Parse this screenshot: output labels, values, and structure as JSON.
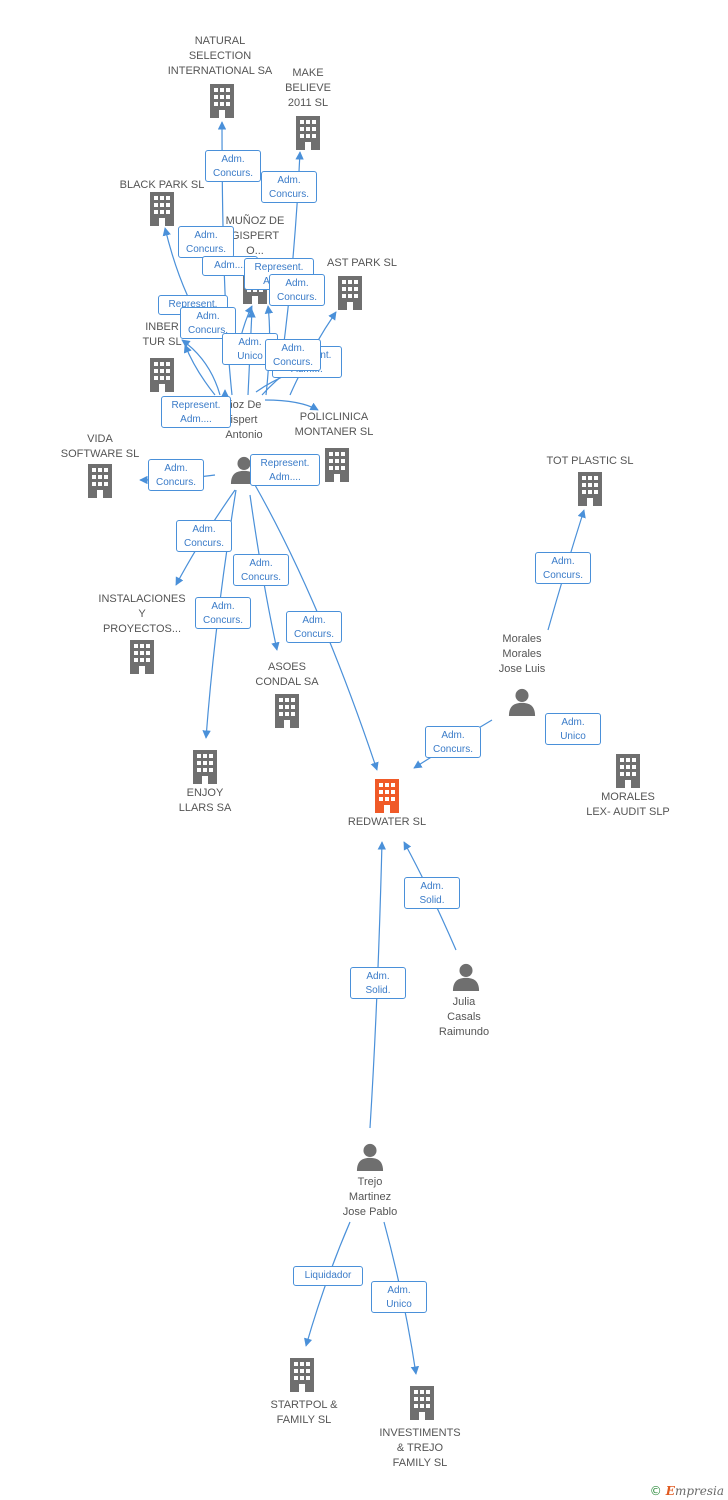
{
  "colors": {
    "building": "#6f6f6f",
    "focus": "#f05a28",
    "edge": "#4a90d9",
    "label_text": "#3a7bc8",
    "text": "#555555"
  },
  "nodes": [
    {
      "id": "natural",
      "kind": "company",
      "label": "NATURAL\nSELECTION\nINTERNATIONAL SA"
    },
    {
      "id": "make",
      "kind": "company",
      "label": "MAKE\nBELIEVE\n2011 SL"
    },
    {
      "id": "black",
      "kind": "company",
      "label": "BLACK PARK SL"
    },
    {
      "id": "munoz_co",
      "kind": "company",
      "label": "MUÑOZ DE\nGISPERT\nO..."
    },
    {
      "id": "eastpark",
      "kind": "company",
      "label": "AST PARK SL"
    },
    {
      "id": "inber",
      "kind": "company",
      "label": "INBER\nTUR SL"
    },
    {
      "id": "policlinica",
      "kind": "company",
      "label": "POLICLINICA\nMONTANER SL"
    },
    {
      "id": "vida",
      "kind": "company",
      "label": "VIDA\nSOFTWARE SL"
    },
    {
      "id": "tot",
      "kind": "company",
      "label": "TOT PLASTIC SL"
    },
    {
      "id": "instalaciones",
      "kind": "company",
      "label": "INSTALACIONES\nY\nPROYECTOS..."
    },
    {
      "id": "asoes",
      "kind": "company",
      "label": "ASOES\nCONDAL SA"
    },
    {
      "id": "enjoy",
      "kind": "company",
      "label": "ENJOY\nLLARS SA"
    },
    {
      "id": "redwater",
      "kind": "focus",
      "label": "REDWATER SL"
    },
    {
      "id": "moraleslex",
      "kind": "company",
      "label": "MORALES\nLEX- AUDIT SLP"
    },
    {
      "id": "startpol",
      "kind": "company",
      "label": "STARTPOL &\nFAMILY SL"
    },
    {
      "id": "investments",
      "kind": "company",
      "label": "INVESTIMENTS\n& TREJO\nFAMILY SL"
    },
    {
      "id": "munoz_p",
      "kind": "person",
      "label": "ñoz De\nispert\nAntonio"
    },
    {
      "id": "morales_p",
      "kind": "person",
      "label": "Morales\nMorales\nJose Luis"
    },
    {
      "id": "julia",
      "kind": "person",
      "label": "Julia\nCasals\nRaimundo"
    },
    {
      "id": "trejo",
      "kind": "person",
      "label": "Trejo\nMartinez\nJose Pablo"
    }
  ],
  "edges": [
    {
      "from": "munoz_p",
      "to": "natural",
      "label": "Adm.\nConcurs."
    },
    {
      "from": "munoz_p",
      "to": "make",
      "label": "Adm.\nConcurs."
    },
    {
      "from": "munoz_p",
      "to": "black",
      "label": "Adm.\nConcurs."
    },
    {
      "from": "munoz_p",
      "to": "munoz_co",
      "label": "Adm...."
    },
    {
      "from": "munoz_p",
      "to": "munoz_co",
      "label": "Represent.\nAdm...."
    },
    {
      "from": "munoz_p",
      "to": "eastpark",
      "label": "Adm.\nConcurs."
    },
    {
      "from": "munoz_p",
      "to": "inber",
      "label": "Represent."
    },
    {
      "from": "munoz_p",
      "to": "inber",
      "label": "Adm.\nConcurs."
    },
    {
      "from": "munoz_p",
      "to": "munoz_co",
      "label": "Adm.\nUnico"
    },
    {
      "from": "munoz_p",
      "to": "eastpark",
      "label": "Represent.\nAdm...."
    },
    {
      "from": "munoz_p",
      "to": "eastpark",
      "label": "Adm.\nConcurs."
    },
    {
      "from": "munoz_p",
      "to": "inber",
      "label": "Represent.\nAdm...."
    },
    {
      "from": "munoz_p",
      "to": "policlinica",
      "label": "Represent.\nAdm...."
    },
    {
      "from": "munoz_p",
      "to": "vida",
      "label": "Adm.\nConcurs."
    },
    {
      "from": "munoz_p",
      "to": "instalaciones",
      "label": "Adm.\nConcurs."
    },
    {
      "from": "munoz_p",
      "to": "asoes",
      "label": "Adm.\nConcurs."
    },
    {
      "from": "munoz_p",
      "to": "enjoy",
      "label": "Adm.\nConcurs."
    },
    {
      "from": "munoz_p",
      "to": "redwater",
      "label": "Adm.\nConcurs."
    },
    {
      "from": "morales_p",
      "to": "tot",
      "label": "Adm.\nConcurs."
    },
    {
      "from": "morales_p",
      "to": "redwater",
      "label": "Adm.\nConcurs."
    },
    {
      "from": "morales_p",
      "to": "moraleslex",
      "label": "Adm.\nUnico"
    },
    {
      "from": "julia",
      "to": "redwater",
      "label": "Adm.\nSolid."
    },
    {
      "from": "trejo",
      "to": "redwater",
      "label": "Adm.\nSolid."
    },
    {
      "from": "trejo",
      "to": "startpol",
      "label": "Liquidador"
    },
    {
      "from": "trejo",
      "to": "investments",
      "label": "Adm.\nUnico"
    }
  ],
  "brand": {
    "symbol": "©",
    "initial": "E",
    "rest": "mpresia"
  }
}
